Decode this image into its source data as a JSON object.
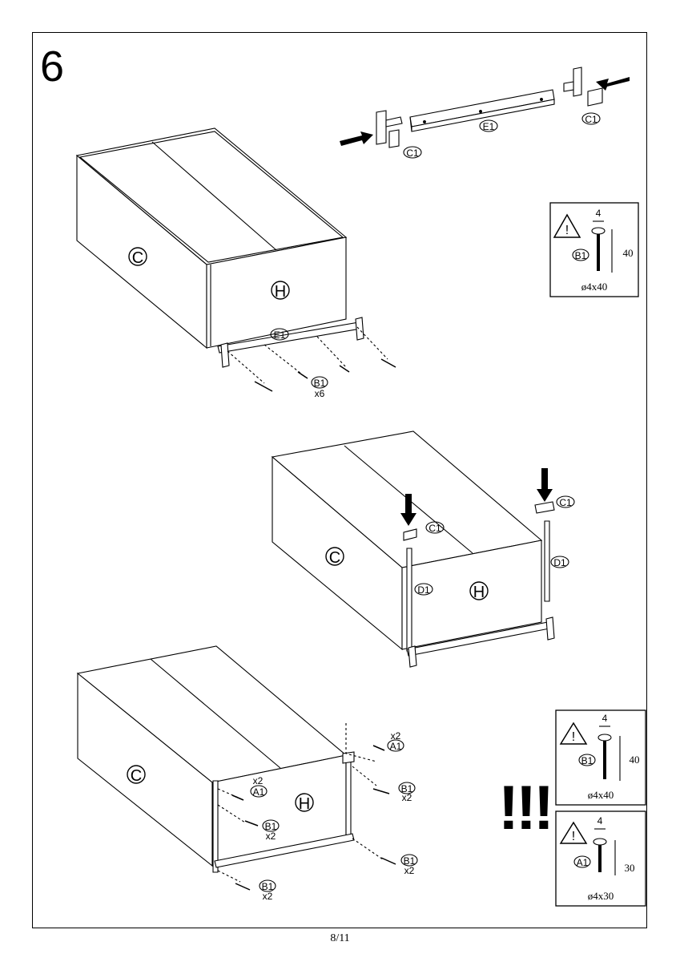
{
  "step": {
    "number": "6"
  },
  "page": {
    "number": "8/11"
  },
  "parts": {
    "c": "C",
    "h": "H",
    "e1": "E1",
    "c1": "C1",
    "d1": "D1",
    "b1": "B1",
    "a1": "A1"
  },
  "quantities": {
    "x6": "x6",
    "x2": "x2"
  },
  "warning": {
    "exclaim": "!!!"
  },
  "spec_b1": {
    "diameter": "4",
    "length": "40",
    "size": "ø4x40",
    "part": "B1"
  },
  "spec_a1": {
    "diameter": "4",
    "length": "30",
    "size": "ø4x30",
    "part": "A1"
  }
}
